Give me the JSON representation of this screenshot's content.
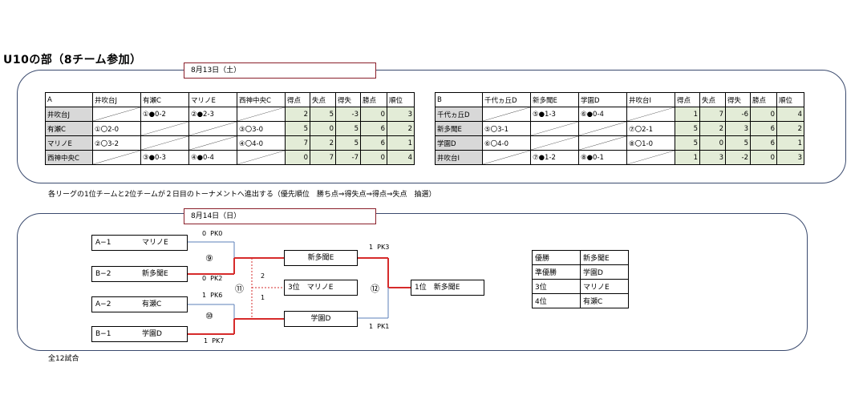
{
  "title": "U10の部（8チーム参加）",
  "day1": {
    "date": "8月13日（土）"
  },
  "day2": {
    "date": "8月14日（日）"
  },
  "league_a": {
    "headers": [
      "A",
      "井吹台J",
      "有瀬C",
      "マリノE",
      "西神中央C",
      "得点",
      "失点",
      "得失",
      "勝点",
      "順位"
    ],
    "rows": [
      {
        "team": "井吹台J",
        "cells": [
          "",
          "①●0-2",
          "②●2-3",
          ""
        ],
        "stats": [
          "2",
          "5",
          "-3",
          "0",
          "3"
        ]
      },
      {
        "team": "有瀬C",
        "cells": [
          "①〇2-0",
          "",
          "",
          "③〇3-0"
        ],
        "stats": [
          "5",
          "0",
          "5",
          "6",
          "2"
        ]
      },
      {
        "team": "マリノE",
        "cells": [
          "②〇3-2",
          "",
          "",
          "④〇4-0"
        ],
        "stats": [
          "7",
          "2",
          "5",
          "6",
          "1"
        ]
      },
      {
        "team": "西神中央C",
        "cells": [
          "",
          "③●0-3",
          "④●0-4",
          ""
        ],
        "stats": [
          "0",
          "7",
          "-7",
          "0",
          "4"
        ]
      }
    ]
  },
  "league_b": {
    "headers": [
      "B",
      "千代ヵ丘D",
      "新多聞E",
      "学園D",
      "井吹台I",
      "得点",
      "失点",
      "得失",
      "勝点",
      "順位"
    ],
    "rows": [
      {
        "team": "千代ヵ丘D",
        "cells": [
          "",
          "⑤●1-3",
          "⑥●0-4",
          ""
        ],
        "stats": [
          "1",
          "7",
          "-6",
          "0",
          "4"
        ]
      },
      {
        "team": "新多聞E",
        "cells": [
          "⑤〇3-1",
          "",
          "",
          "⑦〇2-1"
        ],
        "stats": [
          "5",
          "2",
          "3",
          "6",
          "2"
        ]
      },
      {
        "team": "学園D",
        "cells": [
          "⑥〇4-0",
          "",
          "",
          "⑧〇1-0"
        ],
        "stats": [
          "5",
          "0",
          "5",
          "6",
          "1"
        ]
      },
      {
        "team": "井吹台I",
        "cells": [
          "",
          "⑦●1-2",
          "⑧●0-1",
          ""
        ],
        "stats": [
          "1",
          "3",
          "-2",
          "0",
          "3"
        ]
      }
    ]
  },
  "note": "各リーグの1位チームと2位チームが２日目のトーナメントへ進出する（優先順位　勝ち点⇒得失点⇒得点⇒失点　抽選）",
  "bracket": {
    "seeds": [
      {
        "seed": "A−1",
        "team": "マリノE"
      },
      {
        "seed": "B−2",
        "team": "新多聞E"
      },
      {
        "seed": "A−2",
        "team": "有瀬C"
      },
      {
        "seed": "B−1",
        "team": "学園D"
      }
    ],
    "match9": "⑨",
    "match10": "⑩",
    "match11": "⑪",
    "match12": "⑫",
    "s9a": "0  PK0",
    "s9b": "0  PK2",
    "s10a": "1  PK6",
    "s10b": "1  PK7",
    "s11a": "2",
    "s11b": "1",
    "s12a": "1  PK3",
    "s12b": "1  PK1",
    "semi1": "新多聞E",
    "semi2": "学園D",
    "third": "3位　マリノE",
    "champion": "1位　新多聞E"
  },
  "results": [
    {
      "rank": "優勝",
      "team": "新多聞E"
    },
    {
      "rank": "準優勝",
      "team": "学園D"
    },
    {
      "rank": "3位",
      "team": "マリノE"
    },
    {
      "rank": "4位",
      "team": "有瀬C"
    }
  ],
  "footer": "全12試合",
  "colors": {
    "winner_line": "#d62b2b",
    "loser_line": "#5b7fb8",
    "stats_bg": "#e3ecd7",
    "name_bg": "#d8d8d8",
    "panel_border": "#3a4a6e"
  }
}
